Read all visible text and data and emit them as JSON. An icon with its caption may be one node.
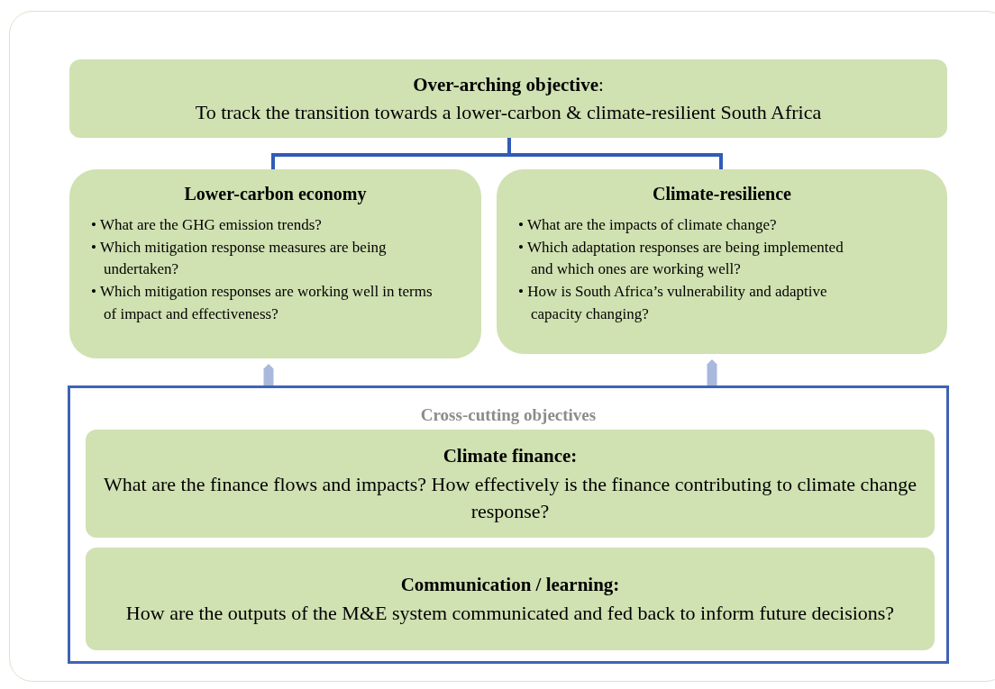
{
  "diagram": {
    "nodes": [
      {
        "text": [
          "**Over-arching objective**:",
          "To track the transition towards a lower-carbon & climate-resilient South Africa"
        ]
      },
      {
        "text": [
          "Lower-carbon economy",
          "• What are the GHG emission trends?",
          "• Which mitigation response measures are being undertaken?",
          "• Which mitigation responses are working well in terms of impact and effectiveness?"
        ]
      },
      {
        "text": [
          "Climate-resilience",
          "• What are the impacts of climate change?",
          "• Which adaptation responses are being implemented and which ones are working well?",
          "• How is South Africa’s vulnerability and adaptive capacity changing?"
        ]
      },
      {
        "text": [
          "Cross-cutting objectives"
        ]
      },
      {
        "text": [
          "Climate finance:",
          "What are the finance flows and impacts? How effectively is the finance contributing to climate change response?"
        ],
        "in": 3
      },
      {
        "text": [
          "Communication / learning:",
          "How are the outputs of the M&E system communicated and fed back to inform future decisions?"
        ],
        "in": 3
      }
    ],
    "edges": [
      {
        "from": 0,
        "to": 1,
        "arrow": "none"
      },
      {
        "from": 0,
        "to": 2,
        "arrow": "none"
      },
      {
        "from": 3,
        "to": 1,
        "arrow": "to",
        "style": "thick",
        "color": "#a9b8dc"
      },
      {
        "from": 3,
        "to": 2,
        "arrow": "to",
        "style": "thick",
        "color": "#a9b8dc"
      }
    ]
  }
}
